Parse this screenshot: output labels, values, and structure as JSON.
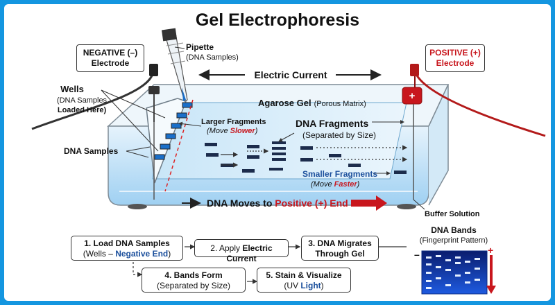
{
  "title": "Gel Electrophoresis",
  "electrodes": {
    "negative": {
      "line1": "NEGATIVE (–)",
      "line2": "Electrode"
    },
    "positive": {
      "line1": "POSITIVE (+)",
      "line2": "Electrode",
      "symbol": "+"
    }
  },
  "labels": {
    "pipette": "Pipette",
    "pipette_sub": "(DNA Samples)",
    "electric_current": "Electric Current",
    "wells": "Wells",
    "wells_sub1": "(DNA Samples",
    "wells_sub2": "Loaded Here)",
    "agarose": "Agarose Gel",
    "agarose_sub": "(Porous Matrix)",
    "larger_a": "Larger Fragments",
    "larger_b_pre": "(Move ",
    "larger_b_em": "Slower",
    "larger_b_post": ")",
    "dna_fragments": "DNA Fragments",
    "dna_fragments_sub": "(Separated by Size)",
    "dna_samples": "DNA Samples",
    "smaller_a": "Smaller Fragments",
    "smaller_b_pre": "(Move ",
    "smaller_b_em": "Faster",
    "smaller_b_post": ")",
    "moves_pre": "DNA Moves to ",
    "moves_em": "Positive (+) End",
    "buffer": "Buffer Solution"
  },
  "steps": [
    {
      "l1": "1. Load DNA Samples",
      "l2a": "(Wells – ",
      "l2b": "Negative End",
      "l2c": ")"
    },
    {
      "l1a": "2. Apply ",
      "l1b": "Electric Current"
    },
    {
      "l1": "3. DNA Migrates",
      "l2": "Through Gel"
    },
    {
      "l1": "4. Bands Form",
      "l2": "(Separated by Size)"
    },
    {
      "l1": "5. Stain & Visualize",
      "l2a": "(UV ",
      "l2b": "Light",
      "l2c": ")"
    }
  ],
  "bands_panel": {
    "title": "DNA Bands",
    "subtitle": "(Fingerprint Pattern)",
    "minus": "–",
    "plus": "+"
  },
  "colors": {
    "frame": "#1496e0",
    "accent_red": "#c8161d",
    "text_blue": "#1b4f9c",
    "band_navy": "#1c2c4c"
  }
}
